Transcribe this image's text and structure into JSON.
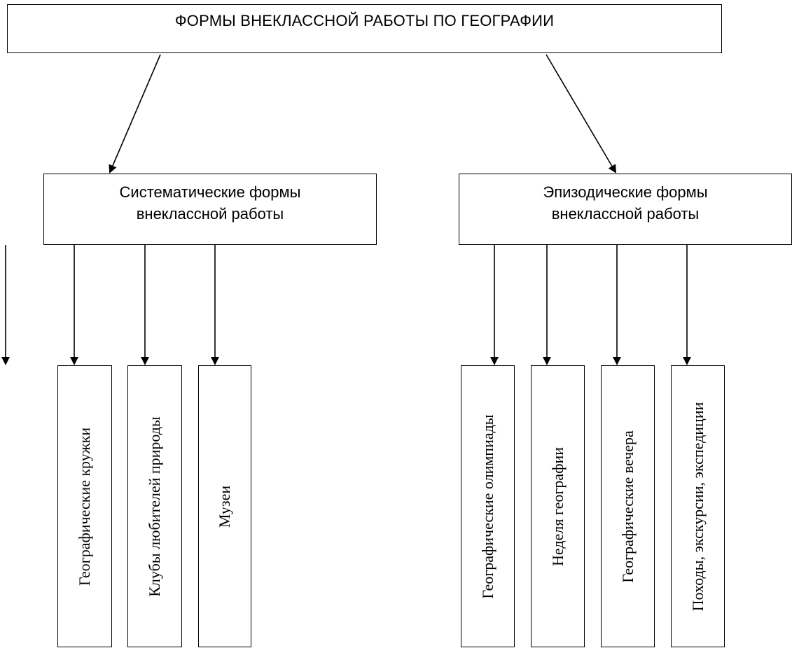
{
  "root": {
    "title": "ФОРМЫ ВНЕКЛАССНОЙ РАБОТЫ ПО ГЕОГРАФИИ"
  },
  "categories": [
    {
      "line1": "Систематические формы",
      "line2": "внеклассной работы",
      "children": [
        "Географические кружки",
        "Клубы любителей природы",
        "Музеи"
      ]
    },
    {
      "line1": "Эпизодические формы",
      "line2": "внеклассной работы",
      "children": [
        "Географические олимпиады",
        "Неделя географии",
        "Географические вечера",
        "Походы, экскурсии, экспедиции"
      ]
    }
  ]
}
